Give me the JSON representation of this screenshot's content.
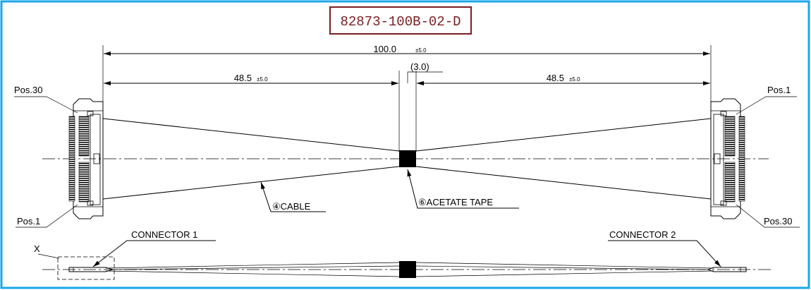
{
  "part_number": "82873-100B-02-D",
  "dimensions": {
    "overall": {
      "value": "100.0",
      "tol": "±5.0"
    },
    "left": {
      "value": "48.5",
      "tol": "±5.0"
    },
    "center": "3.0",
    "right": {
      "value": "48.5",
      "tol": "±5.0"
    }
  },
  "labels": {
    "pos30_left": "Pos.30",
    "pos1_left": "Pos.1",
    "pos1_right": "Pos.1",
    "pos30_right": "Pos.30",
    "cable": "④CABLE",
    "tape": "⑥ACETATE TAPE",
    "connector1": "CONNECTOR 1",
    "connector2": "CONNECTOR 2",
    "detail_x": "X"
  },
  "colors": {
    "frame": "#1aa7e8",
    "title_border": "#7a1e22",
    "title_text": "#7a1e22"
  }
}
